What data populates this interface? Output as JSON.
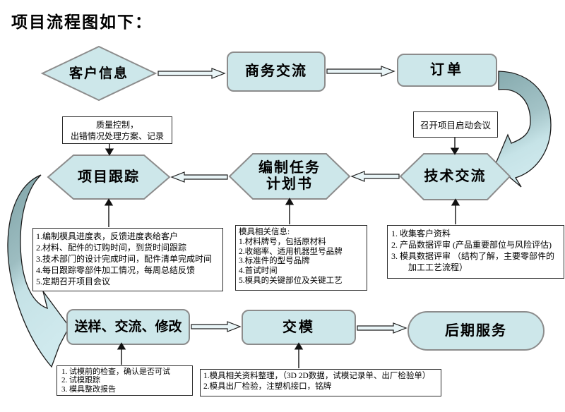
{
  "title": "项目流程图如下：",
  "colors": {
    "node_fill": "#cde7ea",
    "node_border": "#8c8c8c",
    "hollow_arrow_fill": "#e9f5f7",
    "curve_arrow_dark": "#7fa3a7",
    "curve_arrow_light": "#cfe9ed"
  },
  "nodes": {
    "customer_info": "客户信息",
    "business_comm": "商务交流",
    "order": "订单",
    "tech_comm": "技术交流",
    "task_plan": [
      "编制任务",
      "计划书"
    ],
    "project_tracking": "项目跟踪",
    "sample_comm": "送样、交流、修改",
    "mold_delivery": "交模",
    "after_service": "后期服务"
  },
  "notes": {
    "quality_control": [
      "质量控制，",
      "出错情况处理方案、记录"
    ],
    "kickoff_meeting": "召开项目启动会议",
    "tracking_details": [
      "1.编制模具进度表，反馈进度表给客户",
      "2.材料、配件的订购时间，到货时间跟踪",
      "3.技术部门的设计完成时间，配件清单完成时间",
      "4.每日跟踪零部件加工情况，每周总结反馈",
      "5.定期召开项目会议"
    ],
    "mold_info": [
      "模具相关信息:",
      "1.材料牌号，包括原材料",
      "2.收缩率、适用机器型号品牌",
      "3.标准件的型号品牌",
      "4.首试时间",
      "5.模具的关键部位及关键工艺"
    ],
    "tech_details": [
      "1. 收集客户资料",
      "2. 产品数据评审 (产品重要部位与风险评估)",
      "3. 模具数据评审 （结构了解，主要零部件的",
      "　　加工工艺流程）"
    ],
    "sample_details": [
      "1. 试模前的检查，确认是否可试",
      "2. 试模跟踪",
      "3. 模具整改报告"
    ],
    "delivery_details": [
      "1.模具相关资料整理，（3D 2D数据，试模记录单、出厂检验单）",
      "2.模具出厂检验，注塑机接口，铭牌"
    ]
  }
}
